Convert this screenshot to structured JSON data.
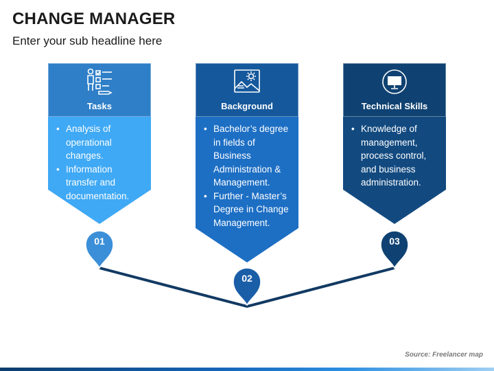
{
  "header": {
    "title": "CHANGE MANAGER",
    "subtitle": "Enter your sub headline here"
  },
  "cards": [
    {
      "label": "Tasks",
      "icon": "tasks-checklist-icon",
      "number": "01",
      "items": [
        "Analysis of operational changes.",
        "Information transfer and documentation."
      ],
      "colors": {
        "head": "#2f7fc8",
        "body": "#3fa9f5",
        "pin": "#3b8fd8"
      }
    },
    {
      "label": "Background",
      "icon": "landscape-image-icon",
      "number": "02",
      "items": [
        "Bachelor’s degree in fields of Business Administration & Management.",
        "Further - Master’s Degree in Change Management."
      ],
      "colors": {
        "head": "#15589c",
        "body": "#1d6fc4",
        "pin": "#1a5ea8"
      }
    },
    {
      "label": "Technical Skills",
      "icon": "computer-monitor-icon",
      "number": "03",
      "items": [
        "Knowledge of management, process control, and business administration."
      ],
      "colors": {
        "head": "#0f4272",
        "body": "#124a80",
        "pin": "#0f4272"
      }
    }
  ],
  "footer": {
    "source": "Source: Freelancer map"
  },
  "colors": {
    "connector": "#113a63"
  }
}
